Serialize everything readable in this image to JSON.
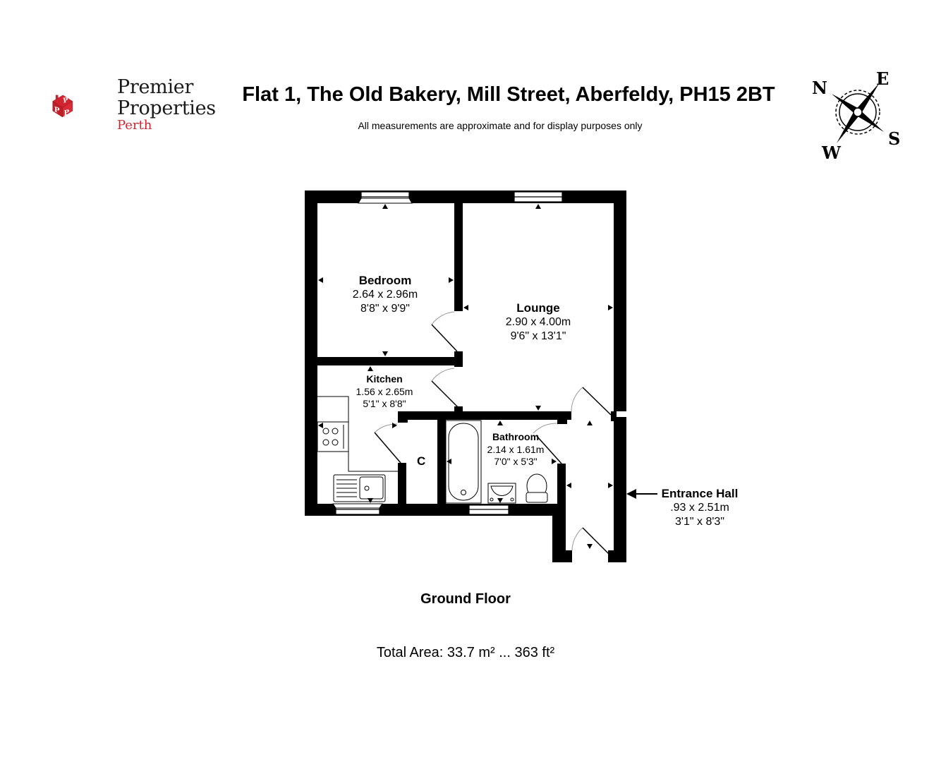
{
  "brand": {
    "name_line1": "Premier",
    "name_line2": "Properties",
    "name_line3": "Perth",
    "logo_letters": [
      "P",
      "P"
    ],
    "primary_color": "#d2242f",
    "text_color": "#1a1a1a"
  },
  "header": {
    "title": "Flat 1, The Old Bakery, Mill Street, Aberfeldy, PH15 2BT",
    "subtitle": "All measurements are approximate and for display purposes only"
  },
  "compass": {
    "icon": "compass-rose-icon",
    "labels": {
      "n": "N",
      "e": "E",
      "s": "S",
      "w": "W"
    }
  },
  "floor_plan": {
    "floor_name": "Ground Floor",
    "total_area": "Total Area: 33.7 m² ... 363 ft²",
    "rooms": {
      "bedroom": {
        "name": "Bedroom",
        "metric": "2.64 x 2.96m",
        "imperial": "8'8\" x 9'9\""
      },
      "lounge": {
        "name": "Lounge",
        "metric": "2.90 x 4.00m",
        "imperial": "9'6\" x 13'1\""
      },
      "kitchen": {
        "name": "Kitchen",
        "metric": "1.56 x 2.65m",
        "imperial": "5'1\" x 8'8\""
      },
      "bathroom": {
        "name": "Bathroom",
        "metric": "2.14 x 1.61m",
        "imperial": "7'0\" x 5'3\""
      },
      "entrance_hall": {
        "name": "Entrance Hall",
        "metric": ".93 x 2.51m",
        "imperial": "3'1\" x 8'3\""
      },
      "cupboard": {
        "name": "C"
      }
    },
    "wall_color": "#000000",
    "background": "#ffffff"
  }
}
